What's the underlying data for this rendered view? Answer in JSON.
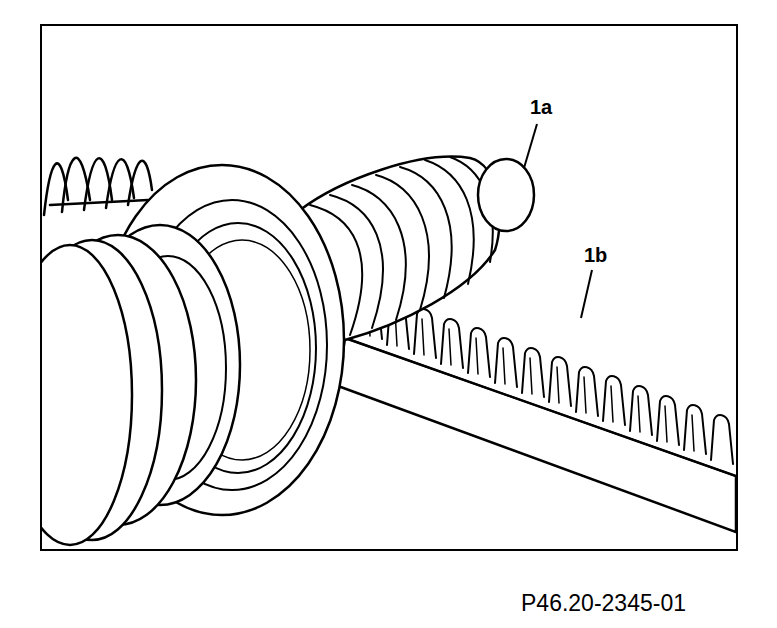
{
  "diagram": {
    "labels": [
      "1a",
      "1b",
      "P46.20-2345-01"
    ]
  }
}
